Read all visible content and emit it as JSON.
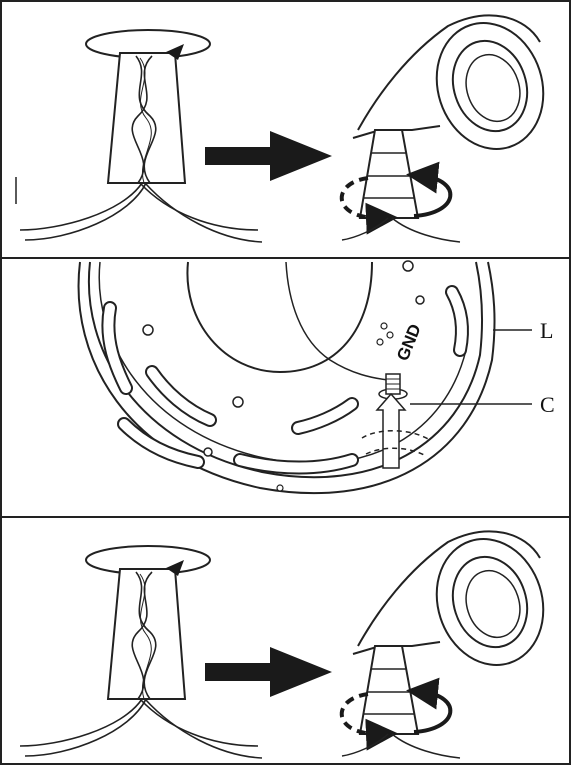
{
  "labels": {
    "callout_l": "L",
    "callout_c": "C",
    "gnd_mark": "GND"
  },
  "colors": {
    "line": "#222222",
    "fill_dark": "#1a1a1a",
    "background": "#ffffff"
  }
}
